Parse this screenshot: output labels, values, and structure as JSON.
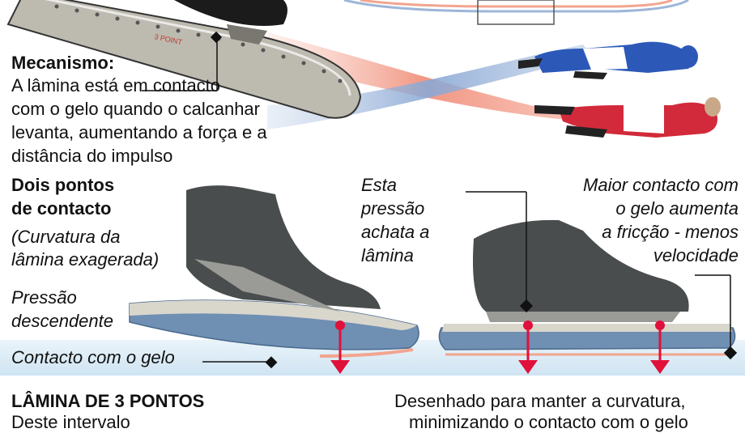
{
  "mechanism": {
    "title": "Mecanismo:",
    "lines": [
      "A lâmina está em contacto",
      "com o gelo quando o calcanhar",
      "levanta, aumentando a força e a",
      "distância do impulso"
    ]
  },
  "two_points": {
    "title_lines": [
      "Dois pontos",
      "de contacto"
    ],
    "note_lines": [
      "(Curvatura da",
      "lâmina exagerada)"
    ],
    "pressure_lines": [
      "Pressão",
      "descendente"
    ],
    "ice_contact": "Contacto com o gelo"
  },
  "middle_note": {
    "lines": [
      "Esta",
      "pressão",
      "achata a",
      "lâmina"
    ]
  },
  "right_note": {
    "lines": [
      "Maior contacto com",
      "o gelo aumenta",
      "a fricção - menos",
      "velocidade"
    ]
  },
  "bottom": {
    "left_title": "LÂMINA DE 3 PONTOS",
    "left_sub": "Deste intervalo",
    "right_lines": [
      "Desenhado para manter a curvatura,",
      "minimizando o contacto com o gelo"
    ]
  },
  "blade_text": "3 POINT",
  "colors": {
    "ice": "#dfeef7",
    "blade_blue": "#6f8fb3",
    "blade_top": "#d9d6cc",
    "boot": "#4a4d4e",
    "marker_red": "#e0103a",
    "swoosh_red": "#f2a58f",
    "swoosh_blue": "#9db6d8",
    "skater_blue": "#2c59b8",
    "skater_red": "#d22a3a"
  }
}
